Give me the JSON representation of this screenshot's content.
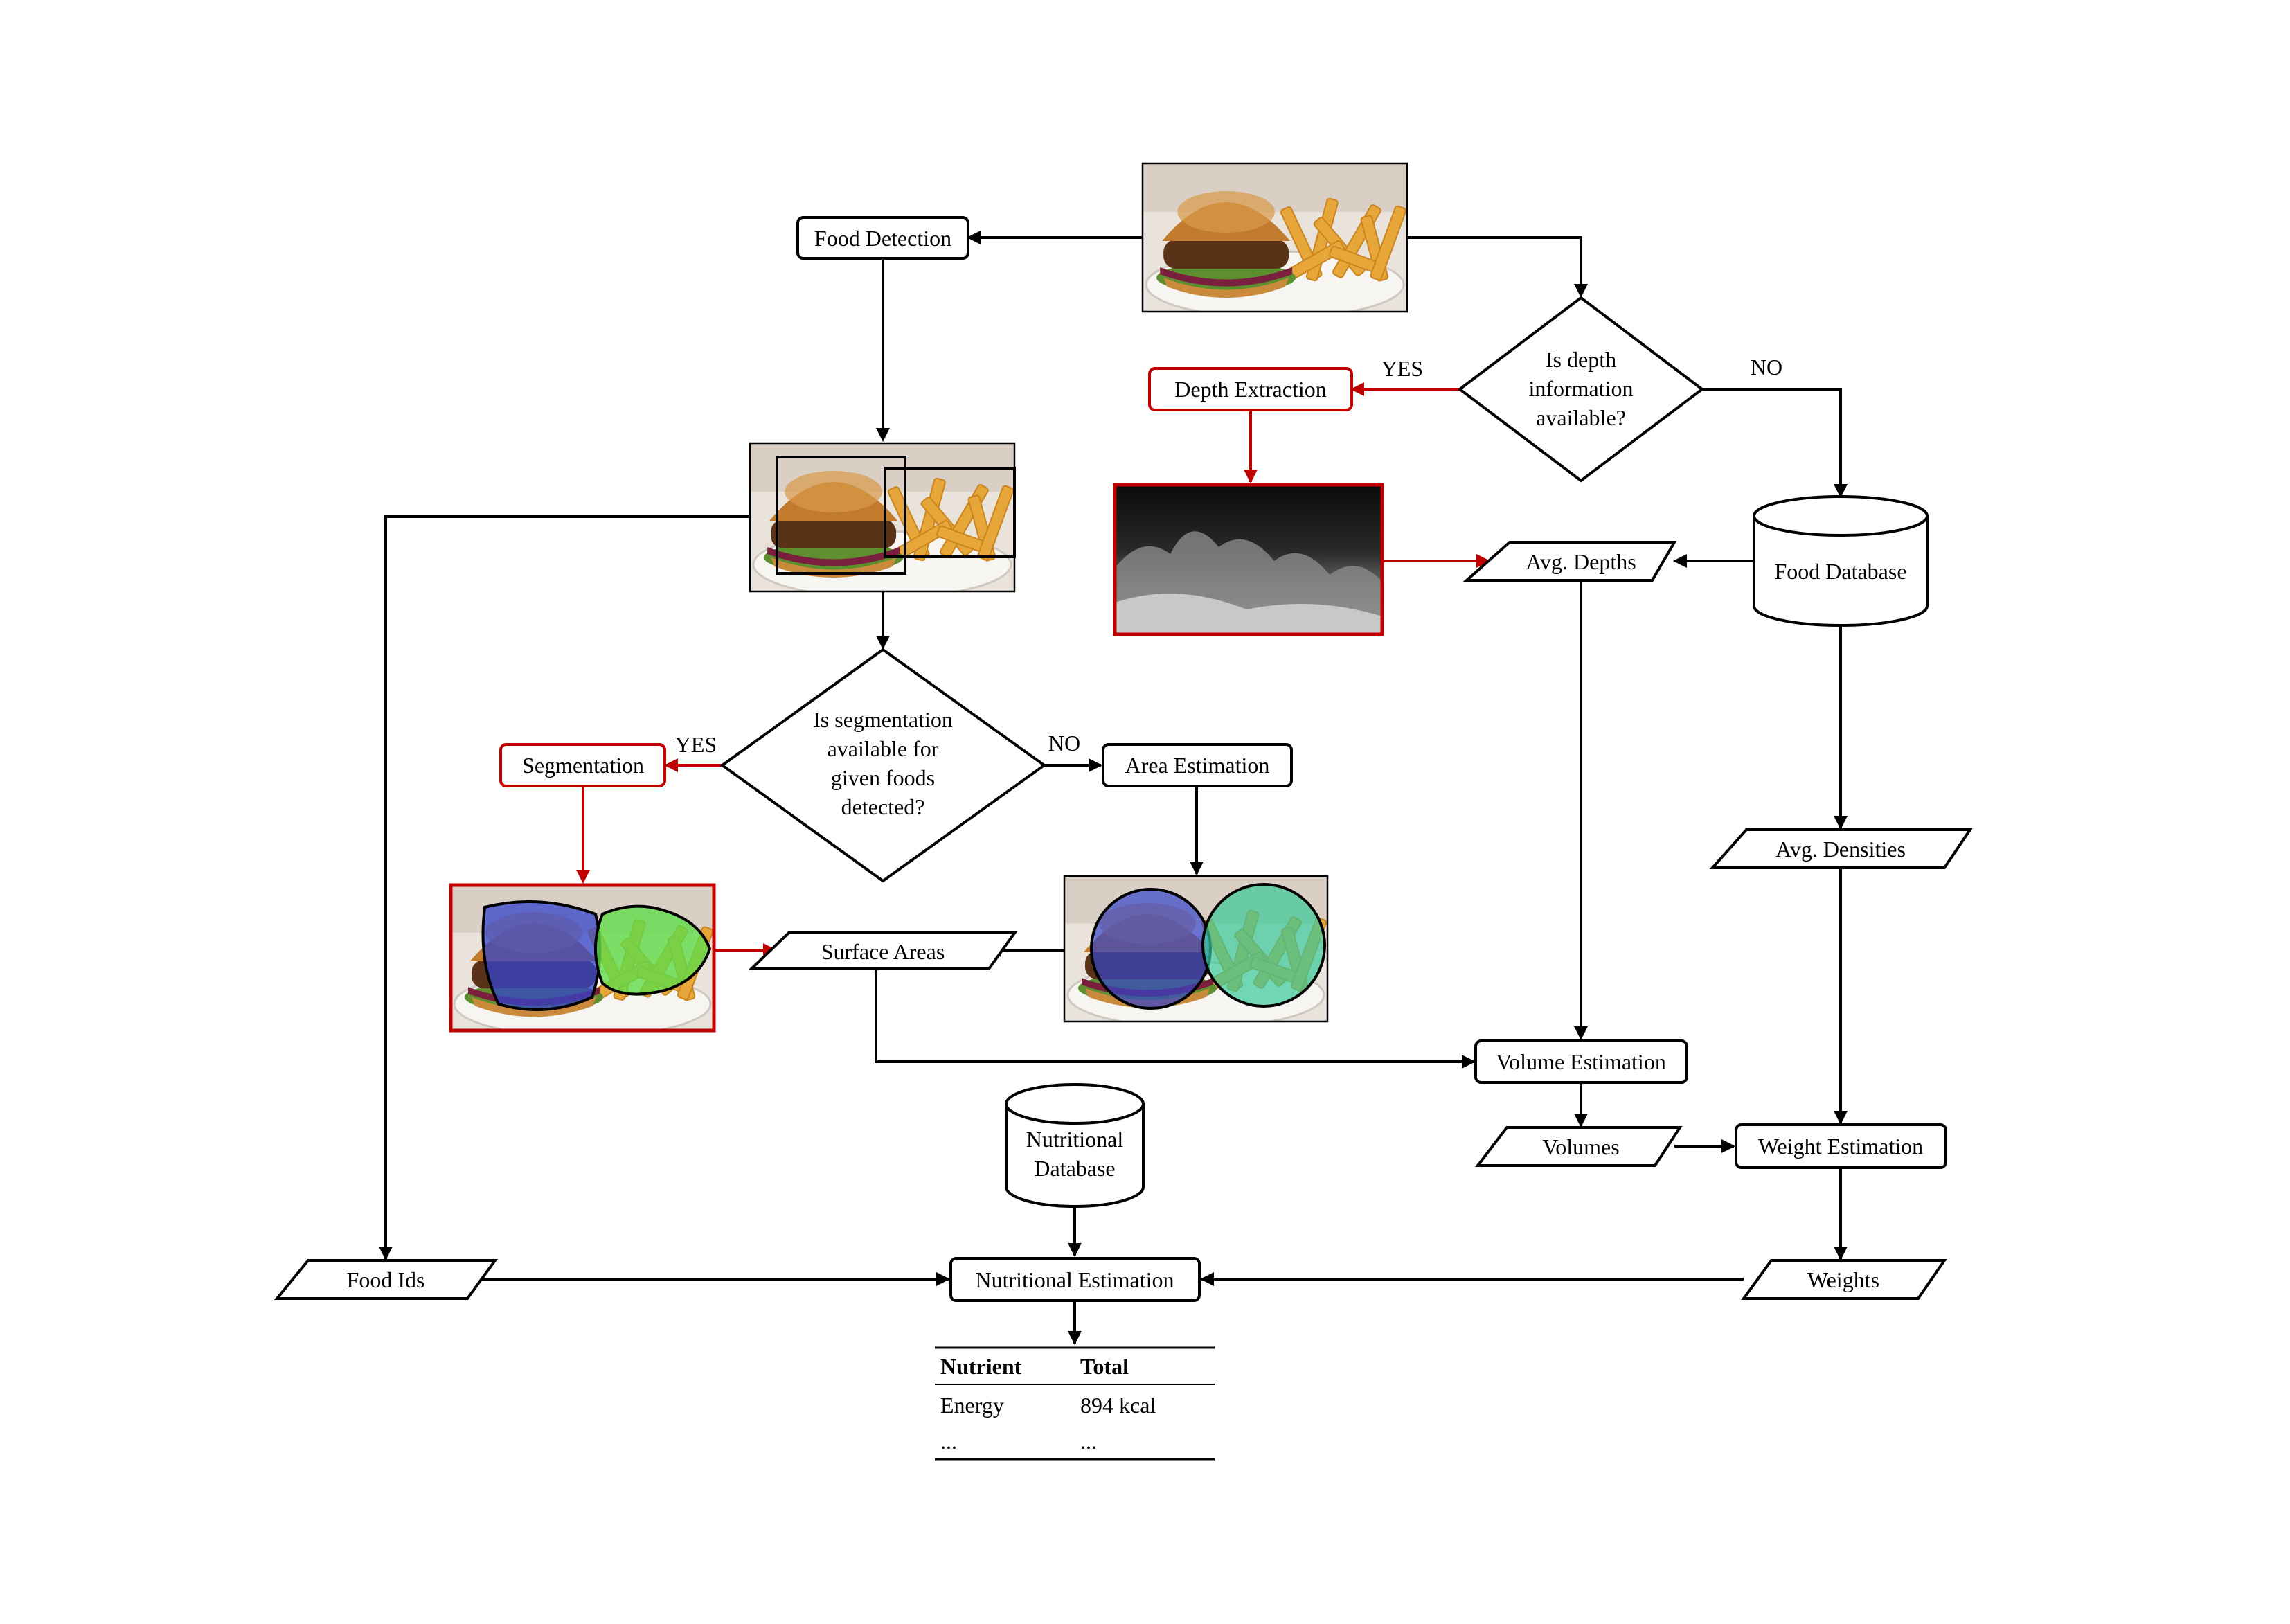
{
  "nodes": {
    "food_detection": "Food Detection",
    "depth_question": [
      "Is depth",
      "information",
      "available?"
    ],
    "depth_extraction": "Depth Extraction",
    "food_database": "Food Database",
    "avg_depths": "Avg. Depths",
    "segmentation_question": [
      "Is segmentation",
      "available for",
      "given foods",
      "detected?"
    ],
    "segmentation": "Segmentation",
    "area_estimation": "Area Estimation",
    "surface_areas": "Surface Areas",
    "avg_densities": "Avg. Densities",
    "volume_estimation": "Volume Estimation",
    "volumes": "Volumes",
    "weight_estimation": "Weight Estimation",
    "nutritional_database": [
      "Nutritional",
      "Database"
    ],
    "food_ids": "Food Ids",
    "nutritional_estimation": "Nutritional Estimation",
    "weights": "Weights"
  },
  "edge_labels": {
    "depth_yes": "YES",
    "depth_no": "NO",
    "seg_yes": "YES",
    "seg_no": "NO"
  },
  "results_table": {
    "headers": [
      "Nutrient",
      "Total"
    ],
    "rows": [
      [
        "Energy",
        "894 kcal"
      ],
      [
        "...",
        "..."
      ]
    ]
  },
  "colors": {
    "line": "#000000",
    "highlight": "#c00000"
  }
}
